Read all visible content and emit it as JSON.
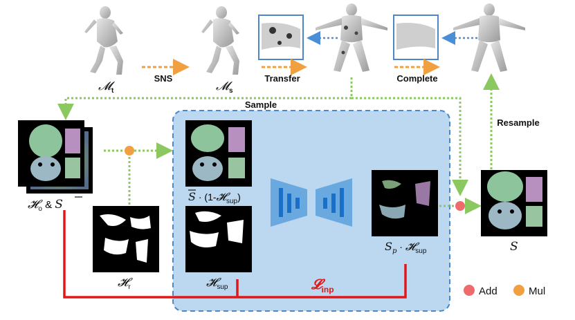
{
  "meshes": {
    "mt": {
      "sym": "𝓜",
      "sub": "t"
    },
    "ms": {
      "sym": "𝓜",
      "sub": "s"
    }
  },
  "arrows": {
    "sns": "SNS",
    "transfer": "Transfer",
    "complete": "Complete",
    "sample": "Sample",
    "resample": "Resample"
  },
  "labels": {
    "ho_sym": "𝓗",
    "ho_sub": "o",
    "ho_amp": " & ",
    "s_bar": "S",
    "hr_sym": "𝓗",
    "hr_sub": "r",
    "top_expr_a": "S",
    "top_expr_b": " · (1-",
    "top_expr_c": "𝓗",
    "top_expr_d": "sup",
    "top_expr_e": ")",
    "hsup_sym": "𝓗",
    "hsup_sub": "sup",
    "sp_sym": "S",
    "sp_sub": "p",
    "sp_dot": " · ",
    "sp_h": "𝓗",
    "sp_hsub": "sup",
    "s_out": "S",
    "loss_sym": "𝓛",
    "loss_sub": "inp"
  },
  "legend": {
    "add": "Add",
    "mul": "Mul"
  },
  "colors": {
    "orange": "#f0a040",
    "green": "#8cc860",
    "blue_dot": "#4a8ed8",
    "red": "#e01818",
    "add": "#ee6b6b",
    "panel": "#bcd7f0",
    "panel_border": "#4a86c8",
    "net": "#1a70c8"
  }
}
